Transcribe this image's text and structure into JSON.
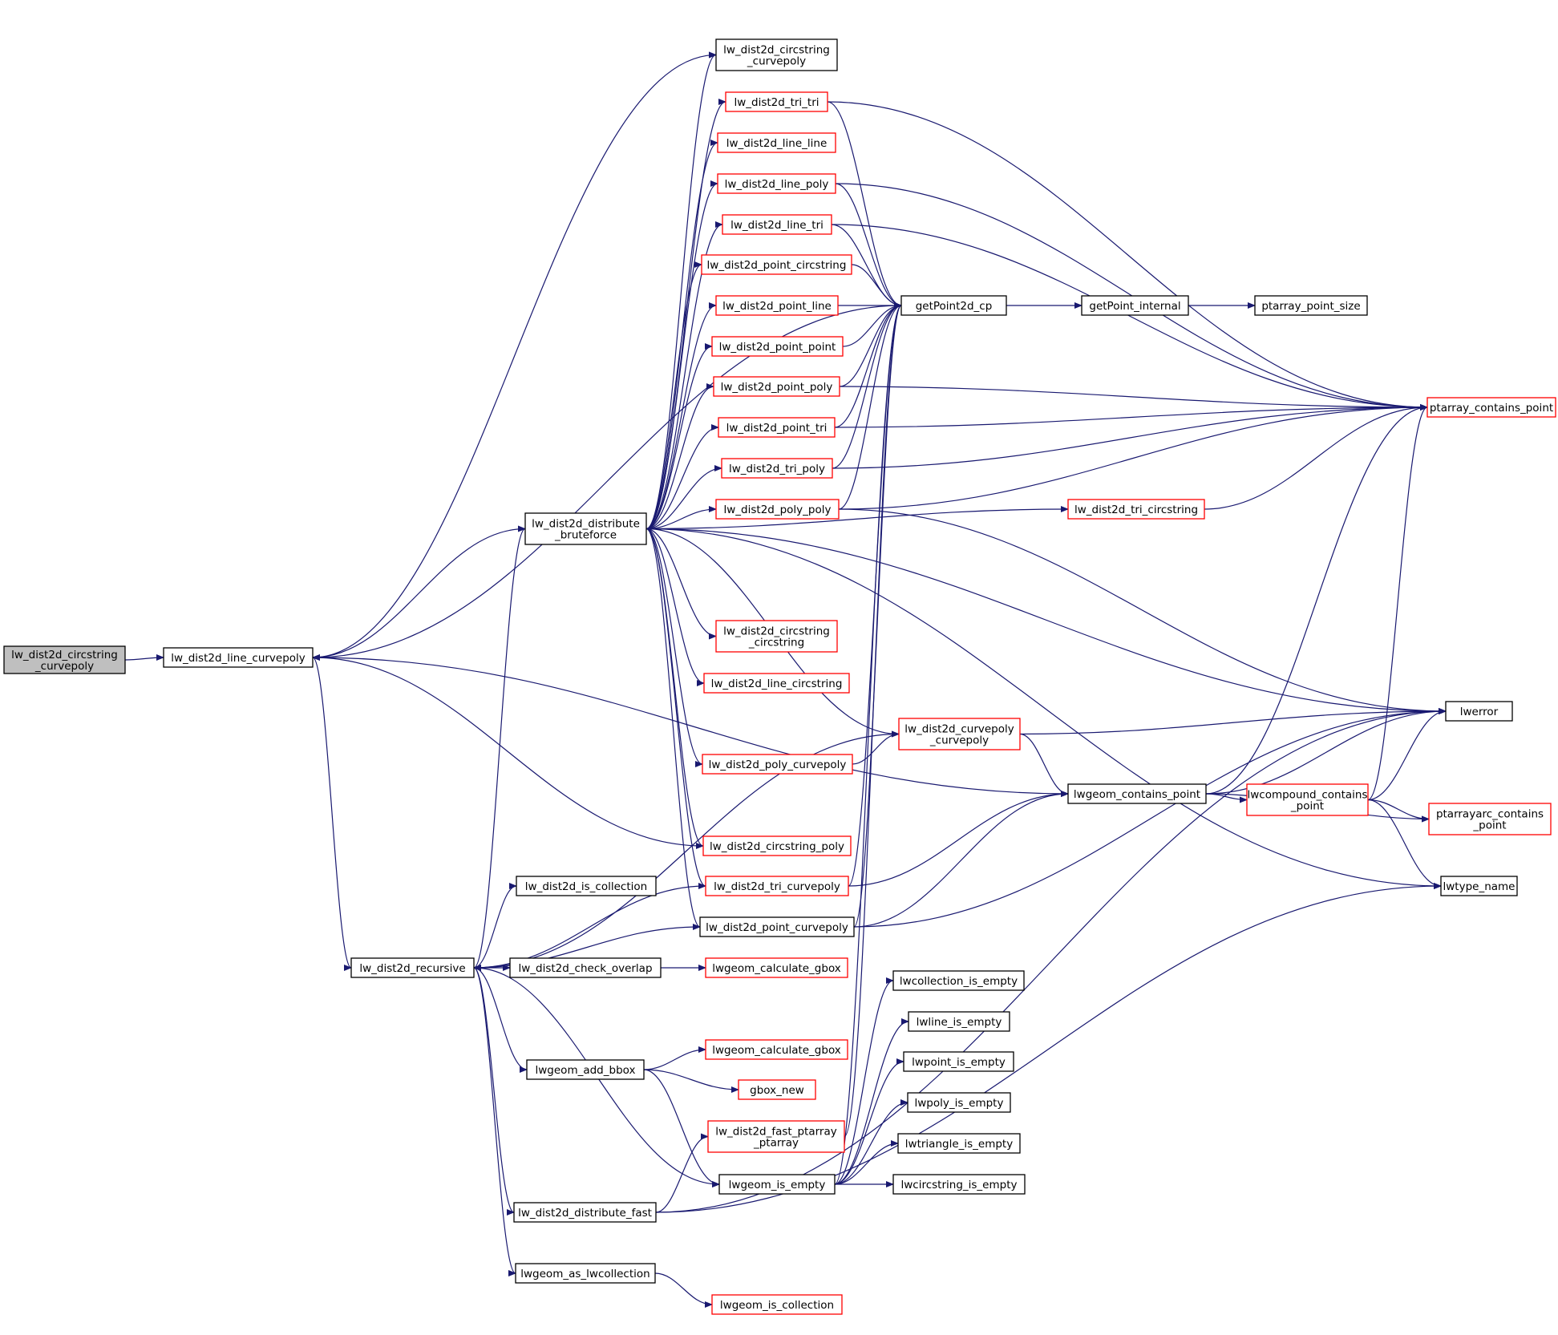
{
  "colors": {
    "edge": "#191970",
    "border_documented": "#000000",
    "border_undocumented": "#ff0000",
    "current_fill": "#bfbfbf",
    "node_fill": "#ffffff"
  },
  "nodes": [
    {
      "id": "root",
      "lines": [
        "lw_dist2d_circstring",
        "_curvepoly"
      ],
      "border": "black",
      "current": true
    },
    {
      "id": "line_curvepoly",
      "lines": [
        "lw_dist2d_line_curvepoly"
      ],
      "border": "black"
    },
    {
      "id": "circstring_curvepoly_top",
      "lines": [
        "lw_dist2d_circstring",
        "_curvepoly"
      ],
      "border": "black"
    },
    {
      "id": "tri_tri",
      "lines": [
        "lw_dist2d_tri_tri"
      ],
      "border": "red"
    },
    {
      "id": "line_line",
      "lines": [
        "lw_dist2d_line_line"
      ],
      "border": "red"
    },
    {
      "id": "line_poly",
      "lines": [
        "lw_dist2d_line_poly"
      ],
      "border": "red"
    },
    {
      "id": "line_tri",
      "lines": [
        "lw_dist2d_line_tri"
      ],
      "border": "red"
    },
    {
      "id": "point_circstring",
      "lines": [
        "lw_dist2d_point_circstring"
      ],
      "border": "red"
    },
    {
      "id": "point_line",
      "lines": [
        "lw_dist2d_point_line"
      ],
      "border": "red"
    },
    {
      "id": "point_point",
      "lines": [
        "lw_dist2d_point_point"
      ],
      "border": "red"
    },
    {
      "id": "point_poly",
      "lines": [
        "lw_dist2d_point_poly"
      ],
      "border": "red"
    },
    {
      "id": "point_tri",
      "lines": [
        "lw_dist2d_point_tri"
      ],
      "border": "red"
    },
    {
      "id": "tri_poly",
      "lines": [
        "lw_dist2d_tri_poly"
      ],
      "border": "red"
    },
    {
      "id": "poly_poly",
      "lines": [
        "lw_dist2d_poly_poly"
      ],
      "border": "red"
    },
    {
      "id": "distribute_bruteforce",
      "lines": [
        "lw_dist2d_distribute",
        "_bruteforce"
      ],
      "border": "black"
    },
    {
      "id": "circstring_circstring",
      "lines": [
        "lw_dist2d_circstring",
        "_circstring"
      ],
      "border": "red"
    },
    {
      "id": "line_circstring",
      "lines": [
        "lw_dist2d_line_circstring"
      ],
      "border": "red"
    },
    {
      "id": "poly_curvepoly",
      "lines": [
        "lw_dist2d_poly_curvepoly"
      ],
      "border": "red"
    },
    {
      "id": "circstring_poly",
      "lines": [
        "lw_dist2d_circstring_poly"
      ],
      "border": "red"
    },
    {
      "id": "tri_curvepoly",
      "lines": [
        "lw_dist2d_tri_curvepoly"
      ],
      "border": "red"
    },
    {
      "id": "point_curvepoly",
      "lines": [
        "lw_dist2d_point_curvepoly"
      ],
      "border": "black"
    },
    {
      "id": "is_collection",
      "lines": [
        "lw_dist2d_is_collection"
      ],
      "border": "black"
    },
    {
      "id": "recursive",
      "lines": [
        "lw_dist2d_recursive"
      ],
      "border": "black"
    },
    {
      "id": "check_overlap",
      "lines": [
        "lw_dist2d_check_overlap"
      ],
      "border": "black"
    },
    {
      "id": "calc_gbox_1",
      "lines": [
        "lwgeom_calculate_gbox"
      ],
      "border": "red"
    },
    {
      "id": "add_bbox",
      "lines": [
        "lwgeom_add_bbox"
      ],
      "border": "black"
    },
    {
      "id": "calc_gbox_2",
      "lines": [
        "lwgeom_calculate_gbox"
      ],
      "border": "red"
    },
    {
      "id": "gbox_new",
      "lines": [
        "gbox_new"
      ],
      "border": "red"
    },
    {
      "id": "fast_ptarray",
      "lines": [
        "lw_dist2d_fast_ptarray",
        "_ptarray"
      ],
      "border": "red"
    },
    {
      "id": "lwgeom_is_empty",
      "lines": [
        "lwgeom_is_empty"
      ],
      "border": "black"
    },
    {
      "id": "distribute_fast",
      "lines": [
        "lw_dist2d_distribute_fast"
      ],
      "border": "black"
    },
    {
      "id": "as_lwcollection",
      "lines": [
        "lwgeom_as_lwcollection"
      ],
      "border": "black"
    },
    {
      "id": "lwgeom_is_collection",
      "lines": [
        "lwgeom_is_collection"
      ],
      "border": "red"
    },
    {
      "id": "getpoint2d_cp",
      "lines": [
        "getPoint2d_cp"
      ],
      "border": "black"
    },
    {
      "id": "getpoint_internal",
      "lines": [
        "getPoint_internal"
      ],
      "border": "black"
    },
    {
      "id": "ptarray_point_size",
      "lines": [
        "ptarray_point_size"
      ],
      "border": "black"
    },
    {
      "id": "tri_circstring",
      "lines": [
        "lw_dist2d_tri_circstring"
      ],
      "border": "red"
    },
    {
      "id": "curvepoly_curvepoly",
      "lines": [
        "lw_dist2d_curvepoly",
        "_curvepoly"
      ],
      "border": "red"
    },
    {
      "id": "lwgeom_contains_point",
      "lines": [
        "lwgeom_contains_point"
      ],
      "border": "black"
    },
    {
      "id": "lwcompound_contains_point",
      "lines": [
        "lwcompound_contains",
        "_point"
      ],
      "border": "red"
    },
    {
      "id": "ptarray_contains_point",
      "lines": [
        "ptarray_contains_point"
      ],
      "border": "red"
    },
    {
      "id": "lwerror",
      "lines": [
        "lwerror"
      ],
      "border": "black"
    },
    {
      "id": "ptarrayarc_contains_point",
      "lines": [
        "ptarrayarc_contains",
        "_point"
      ],
      "border": "red"
    },
    {
      "id": "lwtype_name",
      "lines": [
        "lwtype_name"
      ],
      "border": "black"
    },
    {
      "id": "lwcollection_is_empty",
      "lines": [
        "lwcollection_is_empty"
      ],
      "border": "black"
    },
    {
      "id": "lwline_is_empty",
      "lines": [
        "lwline_is_empty"
      ],
      "border": "black"
    },
    {
      "id": "lwpoint_is_empty",
      "lines": [
        "lwpoint_is_empty"
      ],
      "border": "black"
    },
    {
      "id": "lwpoly_is_empty",
      "lines": [
        "lwpoly_is_empty"
      ],
      "border": "black"
    },
    {
      "id": "lwtriangle_is_empty",
      "lines": [
        "lwtriangle_is_empty"
      ],
      "border": "black"
    },
    {
      "id": "lwcircstring_is_empty",
      "lines": [
        "lwcircstring_is_empty"
      ],
      "border": "black"
    }
  ],
  "edges": [
    {
      "from": "root",
      "to": "line_curvepoly"
    },
    {
      "from": "line_curvepoly",
      "to": "circstring_curvepoly_top"
    },
    {
      "from": "line_curvepoly",
      "to": "getpoint2d_cp"
    },
    {
      "from": "line_curvepoly",
      "to": "recursive"
    },
    {
      "from": "line_curvepoly",
      "to": "lwgeom_contains_point"
    },
    {
      "from": "distribute_bruteforce",
      "to": "line_curvepoly"
    },
    {
      "from": "circstring_poly",
      "to": "line_curvepoly"
    },
    {
      "from": "distribute_bruteforce",
      "to": "circstring_curvepoly_top"
    },
    {
      "from": "distribute_bruteforce",
      "to": "tri_tri"
    },
    {
      "from": "distribute_bruteforce",
      "to": "line_line"
    },
    {
      "from": "distribute_bruteforce",
      "to": "line_poly"
    },
    {
      "from": "distribute_bruteforce",
      "to": "line_tri"
    },
    {
      "from": "distribute_bruteforce",
      "to": "point_circstring"
    },
    {
      "from": "distribute_bruteforce",
      "to": "point_line"
    },
    {
      "from": "distribute_bruteforce",
      "to": "point_point"
    },
    {
      "from": "distribute_bruteforce",
      "to": "point_poly"
    },
    {
      "from": "distribute_bruteforce",
      "to": "point_tri"
    },
    {
      "from": "distribute_bruteforce",
      "to": "tri_poly"
    },
    {
      "from": "distribute_bruteforce",
      "to": "poly_poly"
    },
    {
      "from": "distribute_bruteforce",
      "to": "tri_circstring"
    },
    {
      "from": "distribute_bruteforce",
      "to": "lwerror"
    },
    {
      "from": "distribute_bruteforce",
      "to": "circstring_circstring"
    },
    {
      "from": "distribute_bruteforce",
      "to": "line_circstring"
    },
    {
      "from": "distribute_bruteforce",
      "to": "curvepoly_curvepoly"
    },
    {
      "from": "distribute_bruteforce",
      "to": "poly_curvepoly"
    },
    {
      "from": "distribute_bruteforce",
      "to": "lwtype_name"
    },
    {
      "from": "distribute_bruteforce",
      "to": "circstring_poly"
    },
    {
      "from": "distribute_bruteforce",
      "to": "tri_curvepoly"
    },
    {
      "from": "distribute_bruteforce",
      "to": "point_curvepoly"
    },
    {
      "from": "recursive",
      "to": "distribute_bruteforce"
    },
    {
      "from": "recursive",
      "to": "is_collection"
    },
    {
      "from": "recursive",
      "to": "check_overlap"
    },
    {
      "from": "recursive",
      "to": "add_bbox"
    },
    {
      "from": "recursive",
      "to": "lwgeom_is_empty"
    },
    {
      "from": "recursive",
      "to": "distribute_fast"
    },
    {
      "from": "recursive",
      "to": "as_lwcollection"
    },
    {
      "from": "tri_curvepoly",
      "to": "recursive"
    },
    {
      "from": "point_curvepoly",
      "to": "recursive"
    },
    {
      "from": "curvepoly_curvepoly",
      "to": "recursive"
    },
    {
      "from": "check_overlap",
      "to": "calc_gbox_1"
    },
    {
      "from": "add_bbox",
      "to": "calc_gbox_2"
    },
    {
      "from": "add_bbox",
      "to": "gbox_new"
    },
    {
      "from": "add_bbox",
      "to": "lwgeom_is_empty"
    },
    {
      "from": "distribute_fast",
      "to": "fast_ptarray"
    },
    {
      "from": "distribute_fast",
      "to": "lwerror"
    },
    {
      "from": "distribute_fast",
      "to": "lwtype_name"
    },
    {
      "from": "as_lwcollection",
      "to": "lwgeom_is_collection"
    },
    {
      "from": "fast_ptarray",
      "to": "getpoint2d_cp"
    },
    {
      "from": "tri_tri",
      "to": "getpoint2d_cp"
    },
    {
      "from": "tri_tri",
      "to": "ptarray_contains_point"
    },
    {
      "from": "line_poly",
      "to": "getpoint2d_cp"
    },
    {
      "from": "line_poly",
      "to": "ptarray_contains_point"
    },
    {
      "from": "line_tri",
      "to": "getpoint2d_cp"
    },
    {
      "from": "line_tri",
      "to": "ptarray_contains_point"
    },
    {
      "from": "point_circstring",
      "to": "getpoint2d_cp"
    },
    {
      "from": "point_line",
      "to": "getpoint2d_cp"
    },
    {
      "from": "point_point",
      "to": "getpoint2d_cp"
    },
    {
      "from": "point_poly",
      "to": "getpoint2d_cp"
    },
    {
      "from": "point_poly",
      "to": "ptarray_contains_point"
    },
    {
      "from": "point_tri",
      "to": "getpoint2d_cp"
    },
    {
      "from": "point_tri",
      "to": "ptarray_contains_point"
    },
    {
      "from": "tri_poly",
      "to": "getpoint2d_cp"
    },
    {
      "from": "tri_poly",
      "to": "ptarray_contains_point"
    },
    {
      "from": "poly_poly",
      "to": "getpoint2d_cp"
    },
    {
      "from": "poly_poly",
      "to": "ptarray_contains_point"
    },
    {
      "from": "poly_poly",
      "to": "lwerror"
    },
    {
      "from": "poly_curvepoly",
      "to": "curvepoly_curvepoly"
    },
    {
      "from": "tri_curvepoly",
      "to": "getpoint2d_cp"
    },
    {
      "from": "tri_curvepoly",
      "to": "lwgeom_contains_point"
    },
    {
      "from": "point_curvepoly",
      "to": "getpoint2d_cp"
    },
    {
      "from": "point_curvepoly",
      "to": "lwgeom_contains_point"
    },
    {
      "from": "point_curvepoly",
      "to": "lwerror"
    },
    {
      "from": "lwgeom_is_empty",
      "to": "lwcollection_is_empty"
    },
    {
      "from": "lwgeom_is_empty",
      "to": "lwline_is_empty"
    },
    {
      "from": "lwgeom_is_empty",
      "to": "lwpoint_is_empty"
    },
    {
      "from": "lwgeom_is_empty",
      "to": "lwpoly_is_empty"
    },
    {
      "from": "lwgeom_is_empty",
      "to": "lwtriangle_is_empty"
    },
    {
      "from": "lwgeom_is_empty",
      "to": "lwcircstring_is_empty"
    },
    {
      "from": "lwgeom_is_empty",
      "to": "getpoint2d_cp"
    },
    {
      "from": "getpoint2d_cp",
      "to": "getpoint_internal"
    },
    {
      "from": "getpoint_internal",
      "to": "ptarray_point_size"
    },
    {
      "from": "tri_circstring",
      "to": "ptarray_contains_point"
    },
    {
      "from": "curvepoly_curvepoly",
      "to": "lwerror"
    },
    {
      "from": "curvepoly_curvepoly",
      "to": "lwgeom_contains_point"
    },
    {
      "from": "lwgeom_contains_point",
      "to": "ptarray_contains_point"
    },
    {
      "from": "lwgeom_contains_point",
      "to": "lwerror"
    },
    {
      "from": "lwgeom_contains_point",
      "to": "lwcompound_contains_point"
    },
    {
      "from": "lwgeom_contains_point",
      "to": "ptarrayarc_contains_point"
    },
    {
      "from": "lwcompound_contains_point",
      "to": "ptarray_contains_point"
    },
    {
      "from": "lwcompound_contains_point",
      "to": "lwerror"
    },
    {
      "from": "lwcompound_contains_point",
      "to": "ptarrayarc_contains_point"
    },
    {
      "from": "lwcompound_contains_point",
      "to": "lwtype_name"
    }
  ]
}
